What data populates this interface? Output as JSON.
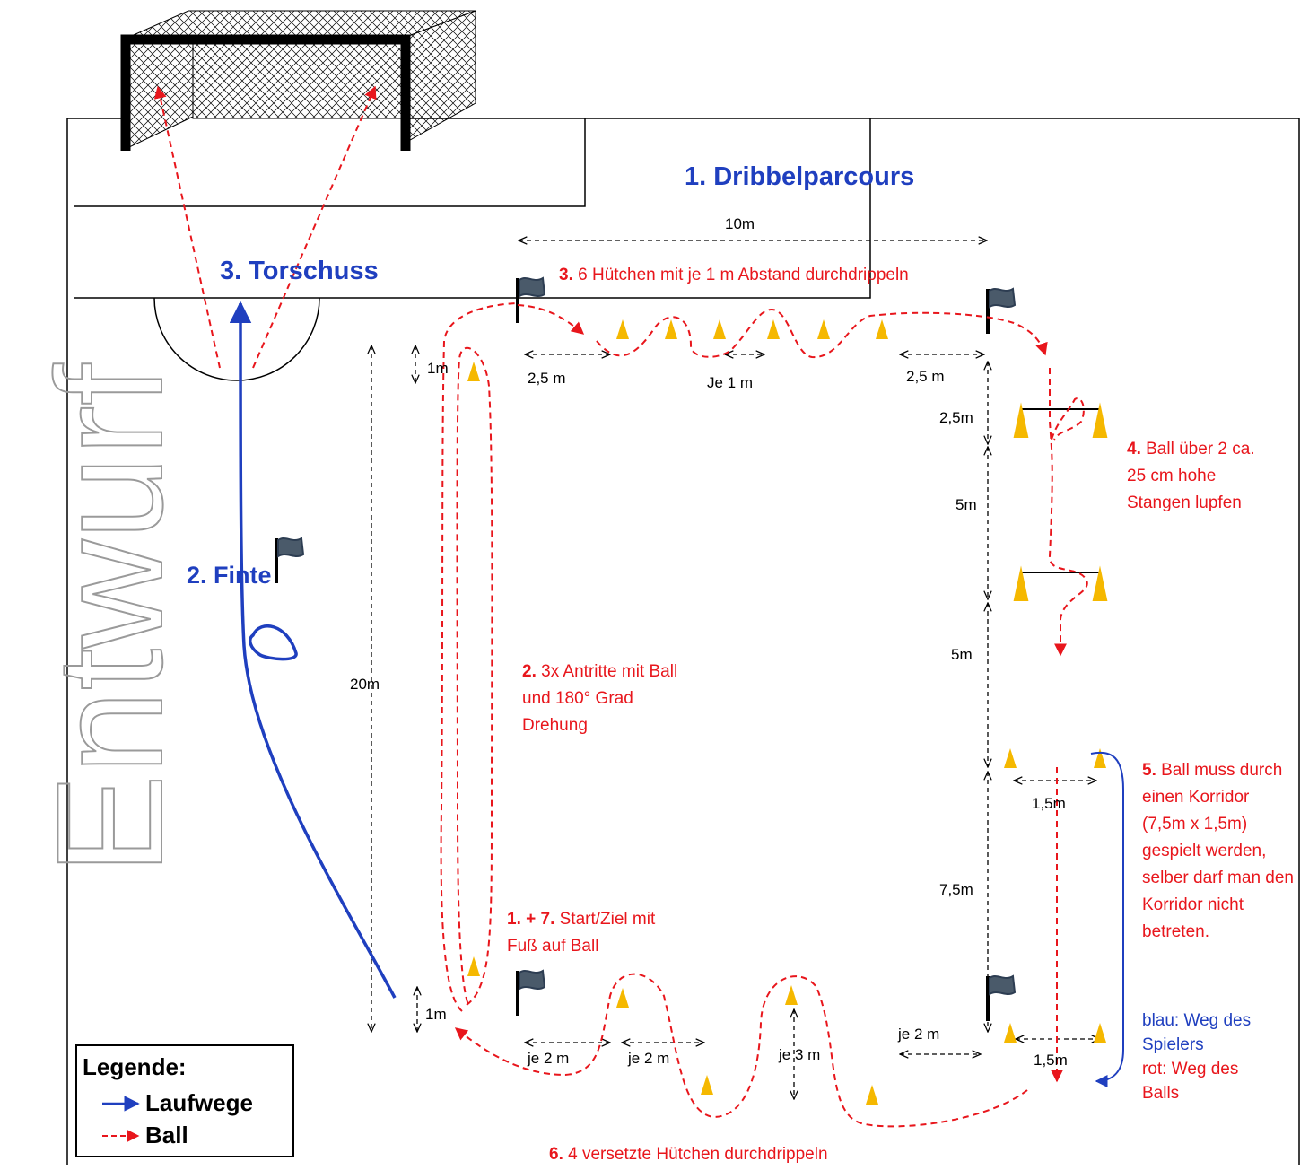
{
  "titles": {
    "dribbel": "1. Dribbelparcours",
    "torschuss": "3. Torschuss",
    "finte": "2. Finte"
  },
  "watermark": "Entwurf",
  "dimensions": {
    "top_10m": "10m",
    "d_2_5m_left": "2,5 m",
    "d_je_1m": "Je 1 m",
    "d_2_5m_right": "2,5 m",
    "d_1m_top": "1m",
    "d_20m": "20m",
    "d_1m_bottom": "1m",
    "d_2_5m_vert": "2,5m",
    "d_5m_a": "5m",
    "d_5m_b": "5m",
    "d_7_5m": "7,5m",
    "d_1_5m_top": "1,5m",
    "d_1_5m_bottom": "1,5m",
    "d_je_2m_a": "je 2 m",
    "d_je_2m_b": "je 2 m",
    "d_je_3m": "je 3 m",
    "d_je_2m_c": "je 2 m"
  },
  "stations": {
    "s3_num": "3.",
    "s3_text": " 6 Hütchen mit je 1 m Abstand durchdrippeln",
    "s4_num": "4.",
    "s4_text": " Ball über 2 ca. 25 cm hohe Stangen lupfen",
    "s2_num": "2.",
    "s2_text": " 3x Antritte mit Ball und 180° Grad Drehung",
    "s1_num": "1. + 7.",
    "s1_text": " Start/Ziel mit Fuß auf Ball",
    "s5_num": "5.",
    "s5_text": " Ball muss durch einen Korridor (7,5m x 1,5m) gespielt werden, selber darf man den Korridor nicht betreten.",
    "s6_num": "6.",
    "s6_text": " 4 versetzte Hütchen durchdrippeln"
  },
  "notes": {
    "blue_note": "blau: Weg des Spielers",
    "red_note": "rot: Weg des Balls"
  },
  "legend": {
    "title": "Legende:",
    "run": "Laufwege",
    "ball": "Ball"
  },
  "colors": {
    "red": "#e8161c",
    "blue": "#1f3fbf",
    "cone": "#f5b800",
    "flag": "#4a5a6a"
  }
}
